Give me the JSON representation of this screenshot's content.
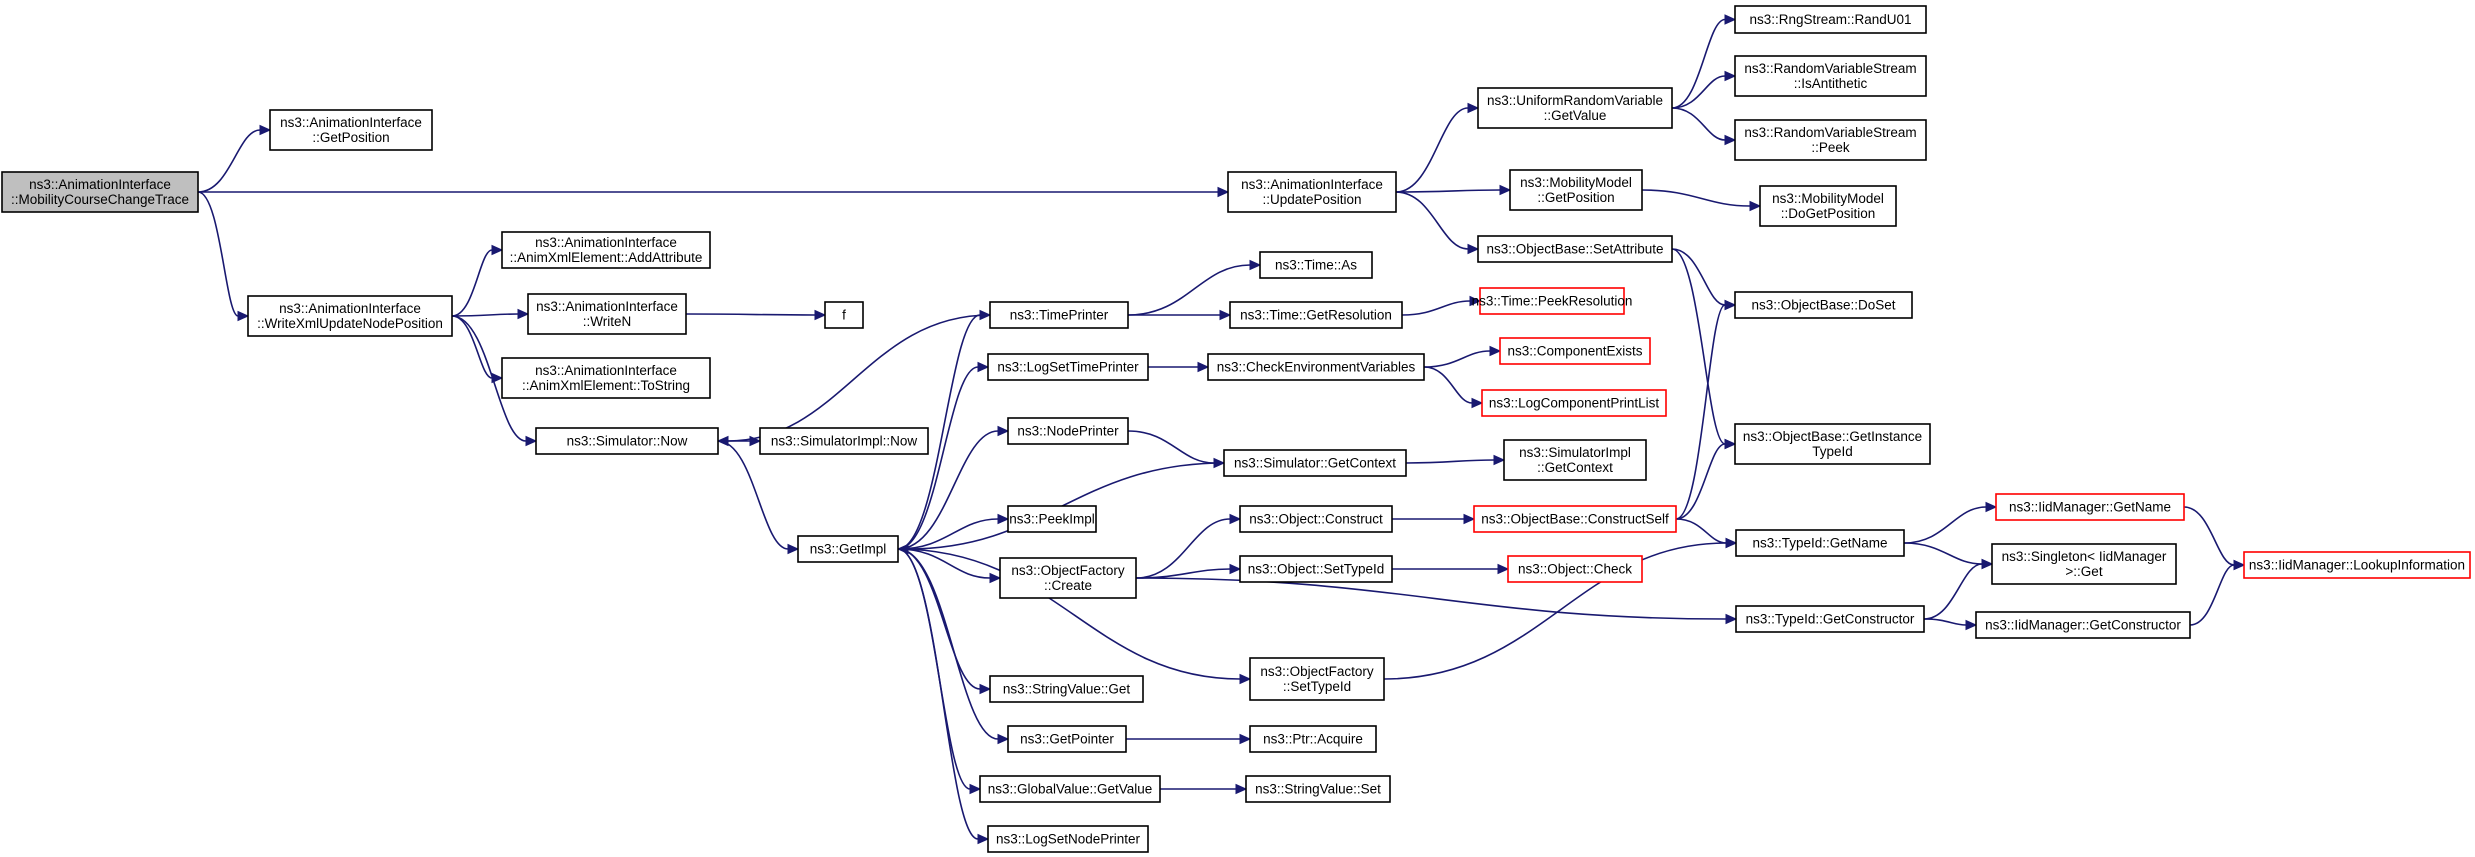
{
  "colors": {
    "edge": "#191970",
    "node_border": "#000000",
    "truncated_border": "#ff0000",
    "root_fill": "#bfbfbf",
    "node_fill": "#ffffff",
    "background": "#ffffff"
  },
  "nodes": [
    {
      "id": "n0",
      "lines": [
        "ns3::AnimationInterface",
        "::MobilityCourseChangeTrace"
      ],
      "root": true
    },
    {
      "id": "n1",
      "lines": [
        "ns3::AnimationInterface",
        "::GetPosition"
      ]
    },
    {
      "id": "n2",
      "lines": [
        "ns3::AnimationInterface",
        "::UpdatePosition"
      ]
    },
    {
      "id": "n3",
      "lines": [
        "ns3::AnimationInterface",
        "::WriteXmlUpdateNodePosition"
      ]
    },
    {
      "id": "n4",
      "lines": [
        "ns3::UniformRandomVariable",
        "::GetValue"
      ]
    },
    {
      "id": "n5",
      "lines": [
        "ns3::MobilityModel",
        "::GetPosition"
      ]
    },
    {
      "id": "n6",
      "lines": [
        "ns3::ObjectBase::SetAttribute"
      ]
    },
    {
      "id": "n7",
      "lines": [
        "ns3::RngStream::RandU01"
      ]
    },
    {
      "id": "n8",
      "lines": [
        "ns3::RandomVariableStream",
        "::IsAntithetic"
      ]
    },
    {
      "id": "n9",
      "lines": [
        "ns3::RandomVariableStream",
        "::Peek"
      ]
    },
    {
      "id": "n10",
      "lines": [
        "ns3::MobilityModel",
        "::DoGetPosition"
      ]
    },
    {
      "id": "n11",
      "lines": [
        "ns3::ObjectBase::DoSet"
      ]
    },
    {
      "id": "n12",
      "lines": [
        "ns3::ObjectBase::GetInstance",
        "TypeId"
      ]
    },
    {
      "id": "n13",
      "lines": [
        "ns3::AnimationInterface",
        "::AnimXmlElement::AddAttribute"
      ]
    },
    {
      "id": "n14",
      "lines": [
        "ns3::AnimationInterface",
        "::WriteN"
      ]
    },
    {
      "id": "n15",
      "lines": [
        "ns3::AnimationInterface",
        "::AnimXmlElement::ToString"
      ]
    },
    {
      "id": "n16",
      "lines": [
        "ns3::Simulator::Now"
      ]
    },
    {
      "id": "n17",
      "lines": [
        "f"
      ]
    },
    {
      "id": "n18",
      "lines": [
        "ns3::SimulatorImpl::Now"
      ]
    },
    {
      "id": "n19",
      "lines": [
        "ns3::GetImpl"
      ]
    },
    {
      "id": "n20",
      "lines": [
        "ns3::TimePrinter"
      ]
    },
    {
      "id": "n21",
      "lines": [
        "ns3::LogSetTimePrinter"
      ]
    },
    {
      "id": "n22",
      "lines": [
        "ns3::NodePrinter"
      ]
    },
    {
      "id": "n23",
      "lines": [
        "ns3::PeekImpl"
      ]
    },
    {
      "id": "n24",
      "lines": [
        "ns3::ObjectFactory",
        "::Create"
      ]
    },
    {
      "id": "n25",
      "lines": [
        "ns3::StringValue::Get"
      ]
    },
    {
      "id": "n26",
      "lines": [
        "ns3::GetPointer"
      ]
    },
    {
      "id": "n27",
      "lines": [
        "ns3::GlobalValue::GetValue"
      ]
    },
    {
      "id": "n28",
      "lines": [
        "ns3::LogSetNodePrinter"
      ]
    },
    {
      "id": "n29",
      "lines": [
        "ns3::Time::As"
      ]
    },
    {
      "id": "n30",
      "lines": [
        "ns3::Time::GetResolution"
      ]
    },
    {
      "id": "n31",
      "lines": [
        "ns3::CheckEnvironmentVariables"
      ]
    },
    {
      "id": "n32",
      "lines": [
        "ns3::Simulator::GetContext"
      ]
    },
    {
      "id": "n33",
      "lines": [
        "ns3::Object::Construct"
      ]
    },
    {
      "id": "n34",
      "lines": [
        "ns3::Object::SetTypeId"
      ]
    },
    {
      "id": "n35",
      "lines": [
        "ns3::ObjectFactory",
        "::SetTypeId"
      ]
    },
    {
      "id": "n36",
      "lines": [
        "ns3::Ptr::Acquire"
      ]
    },
    {
      "id": "n37",
      "lines": [
        "ns3::StringValue::Set"
      ]
    },
    {
      "id": "n38",
      "lines": [
        "ns3::Time::PeekResolution"
      ],
      "truncated": true
    },
    {
      "id": "n39",
      "lines": [
        "ns3::ComponentExists"
      ],
      "truncated": true
    },
    {
      "id": "n40",
      "lines": [
        "ns3::LogComponentPrintList"
      ],
      "truncated": true
    },
    {
      "id": "n41",
      "lines": [
        "ns3::SimulatorImpl",
        "::GetContext"
      ]
    },
    {
      "id": "n42",
      "lines": [
        "ns3::ObjectBase::ConstructSelf"
      ],
      "truncated": true
    },
    {
      "id": "n43",
      "lines": [
        "ns3::Object::Check"
      ],
      "truncated": true
    },
    {
      "id": "n44",
      "lines": [
        "ns3::TypeId::GetName"
      ]
    },
    {
      "id": "n45",
      "lines": [
        "ns3::TypeId::GetConstructor"
      ]
    },
    {
      "id": "n46",
      "lines": [
        "ns3::IidManager::GetName"
      ],
      "truncated": true
    },
    {
      "id": "n47",
      "lines": [
        "ns3::Singleton< IidManager",
        " >::Get"
      ]
    },
    {
      "id": "n48",
      "lines": [
        "ns3::IidManager::GetConstructor"
      ]
    },
    {
      "id": "n49",
      "lines": [
        "ns3::IidManager::LookupInformation"
      ],
      "truncated": true
    }
  ],
  "edges": [
    [
      "n0",
      "n1"
    ],
    [
      "n0",
      "n2"
    ],
    [
      "n0",
      "n3"
    ],
    [
      "n2",
      "n4"
    ],
    [
      "n2",
      "n5"
    ],
    [
      "n2",
      "n6"
    ],
    [
      "n4",
      "n7"
    ],
    [
      "n4",
      "n8"
    ],
    [
      "n4",
      "n9"
    ],
    [
      "n5",
      "n10"
    ],
    [
      "n6",
      "n11"
    ],
    [
      "n6",
      "n12"
    ],
    [
      "n3",
      "n13"
    ],
    [
      "n3",
      "n14"
    ],
    [
      "n3",
      "n15"
    ],
    [
      "n3",
      "n16"
    ],
    [
      "n14",
      "n17"
    ],
    [
      "n16",
      "n18"
    ],
    [
      "n16",
      "n19"
    ],
    [
      "n20",
      "n16"
    ],
    [
      "n19",
      "n20"
    ],
    [
      "n19",
      "n21"
    ],
    [
      "n19",
      "n22"
    ],
    [
      "n19",
      "n23"
    ],
    [
      "n19",
      "n24"
    ],
    [
      "n19",
      "n25"
    ],
    [
      "n19",
      "n26"
    ],
    [
      "n19",
      "n27"
    ],
    [
      "n19",
      "n28"
    ],
    [
      "n19",
      "n35"
    ],
    [
      "n20",
      "n29"
    ],
    [
      "n20",
      "n30"
    ],
    [
      "n30",
      "n38"
    ],
    [
      "n21",
      "n31"
    ],
    [
      "n31",
      "n39"
    ],
    [
      "n31",
      "n40"
    ],
    [
      "n22",
      "n32"
    ],
    [
      "n32",
      "n19"
    ],
    [
      "n32",
      "n41"
    ],
    [
      "n24",
      "n33"
    ],
    [
      "n24",
      "n34"
    ],
    [
      "n24",
      "n45"
    ],
    [
      "n33",
      "n42"
    ],
    [
      "n42",
      "n11"
    ],
    [
      "n42",
      "n12"
    ],
    [
      "n42",
      "n44"
    ],
    [
      "n34",
      "n43"
    ],
    [
      "n35",
      "n44"
    ],
    [
      "n26",
      "n36"
    ],
    [
      "n27",
      "n37"
    ],
    [
      "n44",
      "n46"
    ],
    [
      "n44",
      "n47"
    ],
    [
      "n45",
      "n47"
    ],
    [
      "n45",
      "n48"
    ],
    [
      "n46",
      "n49"
    ],
    [
      "n48",
      "n49"
    ]
  ]
}
